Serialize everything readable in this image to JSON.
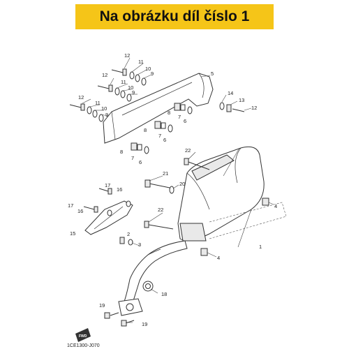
{
  "banner": {
    "title": "Na obrázku díl číslo 1",
    "background": "#f5c518"
  },
  "diagram": {
    "drawing_code": "1CE1300-J070",
    "fwd_label": "FWD",
    "callouts": [
      "12",
      "11",
      "10",
      "9",
      "12",
      "11",
      "10",
      "9",
      "12",
      "11",
      "10",
      "9",
      "5",
      "14",
      "13",
      "12",
      "8",
      "7",
      "6",
      "8",
      "7",
      "6",
      "8",
      "7",
      "6",
      "22",
      "21",
      "20",
      "4",
      "17",
      "16",
      "17",
      "16",
      "15",
      "22",
      "2",
      "3",
      "1",
      "4",
      "18",
      "19",
      "19"
    ]
  }
}
